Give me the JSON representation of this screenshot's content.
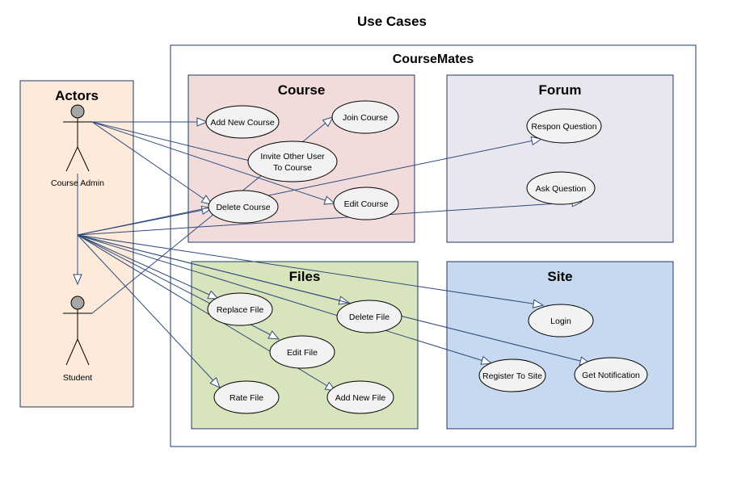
{
  "title": "Use Cases",
  "system": "CourseMates",
  "actors_panel": {
    "title": "Actors",
    "course_admin": "Course Admin",
    "student": "Student"
  },
  "packages": {
    "course": "Course",
    "forum": "Forum",
    "files": "Files",
    "site": "Site"
  },
  "use_cases": {
    "add_new_course": "Add New Course",
    "join_course": "Join Course",
    "invite_line1": "Invite Other User",
    "invite_line2": "To Course",
    "delete_course": "Delete Course",
    "edit_course": "Edit Course",
    "respon_question": "Respon Question",
    "ask_question": "Ask Question",
    "replace_file": "Replace File",
    "delete_file": "Delete File",
    "edit_file": "Edit File",
    "rate_file": "Rate File",
    "add_new_file": "Add New File",
    "login": "Login",
    "register_to_site": "Register To Site",
    "get_notification": "Get Notification"
  },
  "colors": {
    "actors_fill": "#fdeada",
    "course_fill": "#f2dcdb",
    "forum_fill": "#e9e6ef",
    "files_fill": "#d8e4bc",
    "site_fill": "#c6d9f1",
    "border": "#1f3864",
    "connector": "#2e4a7a",
    "usecase_fill": "#f2f2f2",
    "actor_head": "#a6a6a6"
  }
}
